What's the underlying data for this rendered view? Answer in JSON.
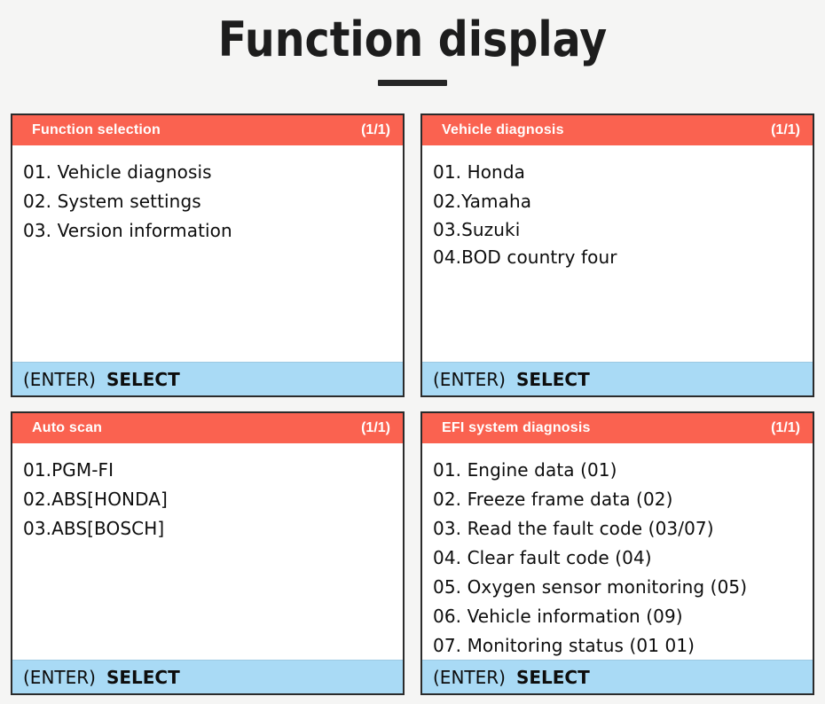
{
  "page": {
    "title": "Function display",
    "background_color": "#f5f5f4",
    "accent_header_color": "#fa6250",
    "accent_footer_color": "#a9daf5",
    "border_color": "#2b2b2b",
    "title_rule_color": "#262626"
  },
  "panels": [
    {
      "id": "function-selection",
      "header": {
        "title": "Function selection",
        "pager": "(1/1)"
      },
      "items": [
        "01. Vehicle diagnosis",
        "02. System settings",
        "03. Version information"
      ],
      "footer": {
        "key": "(ENTER)",
        "action": "SELECT"
      }
    },
    {
      "id": "vehicle-diagnosis",
      "header": {
        "title": "Vehicle diagnosis",
        "pager": "(1/1)"
      },
      "items": [
        "01. Honda",
        "02.Yamaha",
        "03.Suzuki",
        "04.BOD country four"
      ],
      "footer": {
        "key": "(ENTER)",
        "action": "SELECT"
      }
    },
    {
      "id": "auto-scan",
      "header": {
        "title": "Auto scan",
        "pager": "(1/1)"
      },
      "items": [
        "01.PGM-FI",
        "02.ABS[HONDA]",
        "03.ABS[BOSCH]"
      ],
      "footer": {
        "key": "(ENTER)",
        "action": "SELECT"
      }
    },
    {
      "id": "efi-system-diagnosis",
      "header": {
        "title": "EFI system diagnosis",
        "pager": "(1/1)"
      },
      "items": [
        "01. Engine data (01)",
        "02. Freeze frame data (02)",
        "03. Read the fault code (03/07)",
        "04. Clear fault code (04)",
        "05. Oxygen sensor monitoring (05)",
        "06. Vehicle information (09)",
        "07. Monitoring status (01 01)"
      ],
      "footer": {
        "key": "(ENTER)",
        "action": "SELECT"
      }
    }
  ]
}
